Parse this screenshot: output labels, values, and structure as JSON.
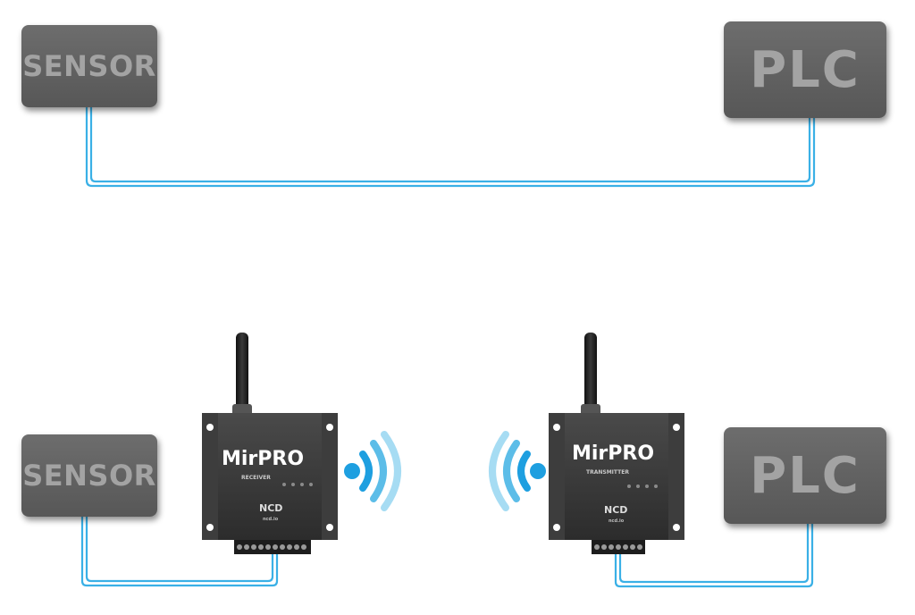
{
  "top_row": {
    "sensor_label": "SENSOR",
    "plc_label": "PLC"
  },
  "bottom_row": {
    "sensor_label": "SENSOR",
    "plc_label": "PLC",
    "receiver": {
      "brand": "MirPRO",
      "mode": "RECEIVER",
      "maker": "NCD",
      "site": "ncd.io"
    },
    "transmitter": {
      "brand": "MirPRO",
      "mode": "TRANSMITTER",
      "maker": "NCD",
      "site": "ncd.io"
    }
  },
  "colors": {
    "box": "#5f5f5f",
    "box_text": "#a3a3a3",
    "wire": "#3ab0e6",
    "wave": "#2ea7e0",
    "device": "#3a3a3a"
  }
}
